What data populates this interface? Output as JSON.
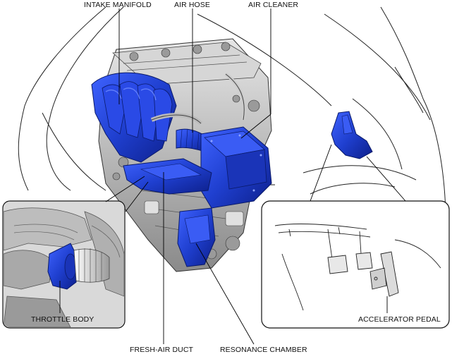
{
  "labels": {
    "intake_manifold": "INTAKE MANIFOLD",
    "air_hose": "AIR HOSE",
    "air_cleaner": "AIR CLEANER",
    "throttle_body": "THROTTLE BODY",
    "fresh_air_duct": "FRESH-AIR DUCT",
    "resonance_chamber": "RESONANCE CHAMBER",
    "accelerator_pedal": "ACCELERATOR PEDAL"
  },
  "colors": {
    "highlight_blue": "#1f3fcf",
    "highlight_dark": "#0d1f8a",
    "engine_gray": "#c9c9c9",
    "engine_dark": "#7a7a7a",
    "line": "#000000"
  }
}
